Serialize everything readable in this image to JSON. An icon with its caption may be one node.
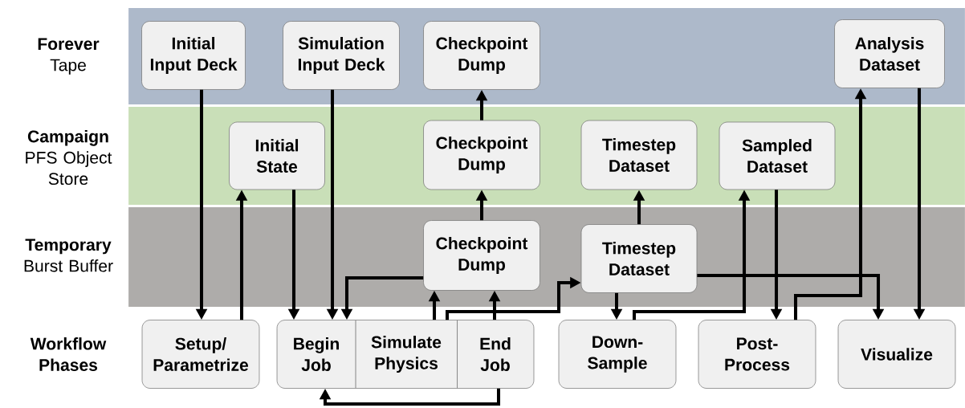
{
  "diagram": {
    "nodes": [
      {
        "text": [
          "Forever",
          "Tape"
        ]
      },
      {
        "text": [
          "Initial Input Deck"
        ],
        "in": 0
      },
      {
        "text": [
          "Simulation Input Deck"
        ],
        "in": 0
      },
      {
        "text": [
          "Checkpoint Dump"
        ],
        "in": 0
      },
      {
        "text": [
          "Analysis Dataset"
        ],
        "in": 0
      },
      {
        "text": [
          "Campaign",
          "PFS Object Store"
        ]
      },
      {
        "text": [
          "Initial State"
        ],
        "in": 5
      },
      {
        "text": [
          "Checkpoint Dump"
        ],
        "in": 5
      },
      {
        "text": [
          "Timestep Dataset"
        ],
        "in": 5
      },
      {
        "text": [
          "Sampled Dataset"
        ],
        "in": 5
      },
      {
        "text": [
          "Temporary",
          "Burst Buffer"
        ]
      },
      {
        "text": [
          "Checkpoint Dump"
        ],
        "in": 10
      },
      {
        "text": [
          "Timestep Dataset"
        ],
        "in": 10
      },
      {
        "text": [
          "Setup/ Parametrize"
        ]
      },
      {
        "text": [],
        "shape": "box"
      },
      {
        "text": [
          "Begin Job"
        ],
        "in": 14
      },
      {
        "text": [
          "Simulate Physics"
        ],
        "in": 14
      },
      {
        "text": [
          "End Job"
        ],
        "in": 14
      },
      {
        "text": [
          "Down- Sample"
        ]
      },
      {
        "text": [
          "Post- Process"
        ]
      },
      {
        "text": [
          "Visualize"
        ]
      }
    ],
    "edges": [
      {
        "from": 1,
        "to": 13,
        "arrow": "to"
      },
      {
        "from": 13,
        "to": 6,
        "arrow": "to"
      },
      {
        "from": 6,
        "to": 15,
        "arrow": "to"
      },
      {
        "from": 2,
        "to": 15,
        "arrow": "to"
      },
      {
        "from": 11,
        "to": 15,
        "arrow": "to"
      },
      {
        "from": 16,
        "to": 11,
        "arrow": "to"
      },
      {
        "from": 17,
        "to": 11,
        "arrow": "to"
      },
      {
        "from": 16,
        "to": 12,
        "arrow": "to"
      },
      {
        "from": 17,
        "to": 15,
        "arrow": "to"
      },
      {
        "from": 11,
        "to": 7,
        "arrow": "to"
      },
      {
        "from": 7,
        "to": 3,
        "arrow": "to"
      },
      {
        "from": 12,
        "to": 8,
        "arrow": "to"
      },
      {
        "from": 12,
        "to": 18,
        "arrow": "to"
      },
      {
        "from": 12,
        "to": 20,
        "arrow": "to"
      },
      {
        "from": 18,
        "to": 9,
        "arrow": "to"
      },
      {
        "from": 9,
        "to": 19,
        "arrow": "to"
      },
      {
        "from": 19,
        "to": 4,
        "arrow": "to"
      },
      {
        "from": 4,
        "to": 20,
        "arrow": "to"
      }
    ],
    "labels": [
      "Workflow Phases"
    ]
  }
}
